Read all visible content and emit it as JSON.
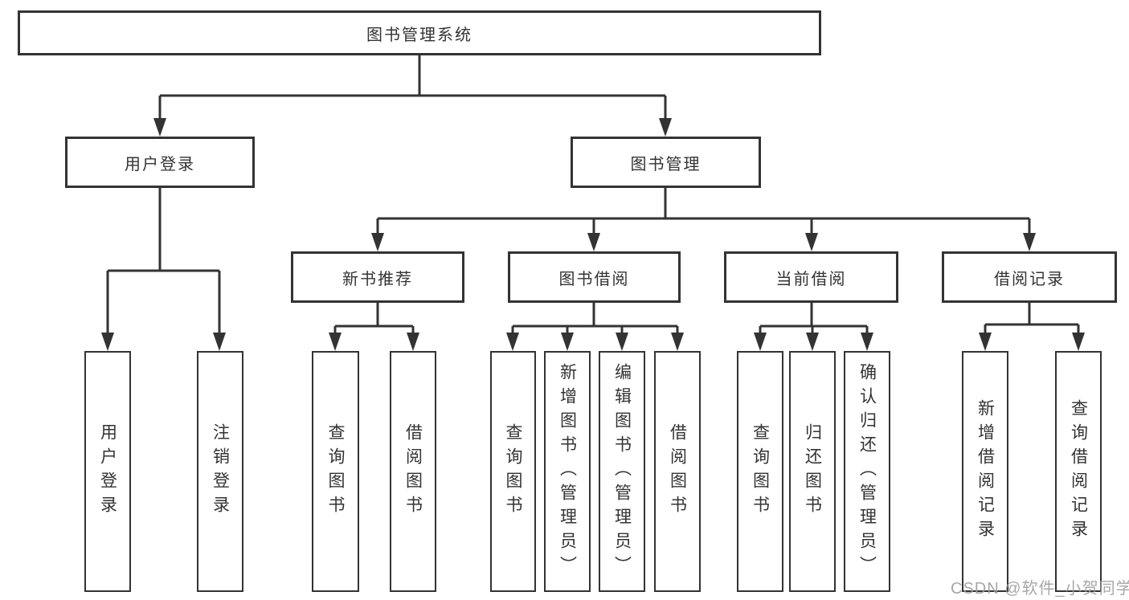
{
  "diagram": {
    "type": "tree",
    "root": {
      "label": "图书管理系统"
    },
    "branches": [
      {
        "label": "用户登录",
        "children": [
          {
            "label": "用户登录"
          },
          {
            "label": "注销登录"
          }
        ]
      },
      {
        "label": "图书管理",
        "children": [
          {
            "label": "新书推荐",
            "children": [
              {
                "label": "查询图书"
              },
              {
                "label": "借阅图书"
              }
            ]
          },
          {
            "label": "图书借阅",
            "children": [
              {
                "label": "查询图书"
              },
              {
                "label": "新增图书（管理员）"
              },
              {
                "label": "编辑图书（管理员）"
              },
              {
                "label": "借阅图书"
              }
            ]
          },
          {
            "label": "当前借阅",
            "children": [
              {
                "label": "查询图书"
              },
              {
                "label": "归还图书"
              },
              {
                "label": "确认归还（管理员）"
              }
            ]
          },
          {
            "label": "借阅记录",
            "children": [
              {
                "label": "新增借阅记录"
              },
              {
                "label": "查询借阅记录"
              }
            ]
          }
        ]
      }
    ]
  },
  "watermark": {
    "text": "CSDN @软件_小贺同学"
  },
  "colors": {
    "line": "#333333",
    "text": "#333333",
    "box_fill": "#ffffff",
    "background": "#ffffff",
    "watermark": "#9e9e9e"
  }
}
